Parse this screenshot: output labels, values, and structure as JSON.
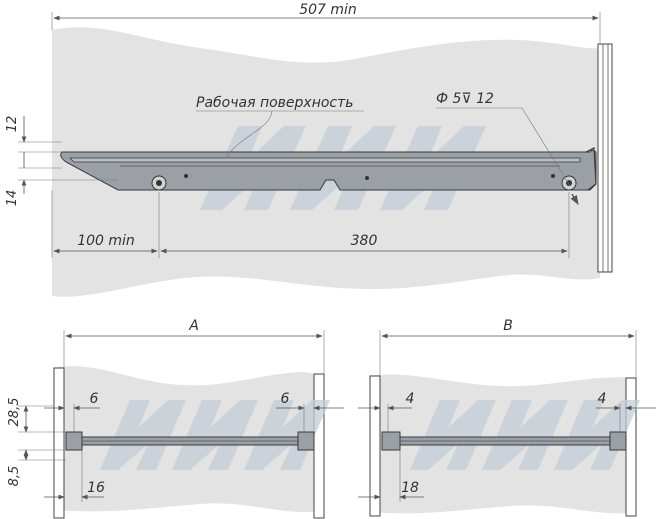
{
  "top_view": {
    "overall_width": "507 min",
    "work_surface": "Рабочая поверхность",
    "hole_callout": "Ф 5⊽ 12",
    "height_upper": "12",
    "height_lower": "14",
    "offset_left": "100 min",
    "span": "380"
  },
  "view_a": {
    "label": "A",
    "left_gap": "6",
    "right_gap": "6",
    "height_top": "28,5",
    "height_bottom": "8,5",
    "bottom_offset": "16"
  },
  "view_b": {
    "label": "B",
    "left_gap": "4",
    "right_gap": "4",
    "bottom_offset": "18"
  },
  "colors": {
    "wall": "#e3e3e3",
    "part": "#9aa0a6",
    "watermark": "#c3ccd5"
  }
}
